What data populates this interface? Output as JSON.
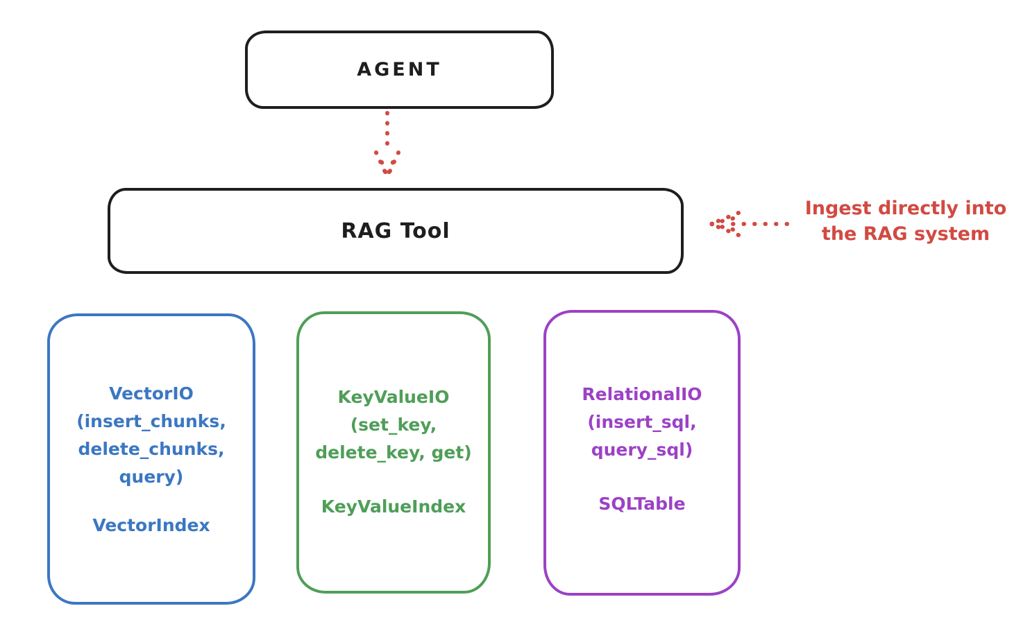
{
  "diagram": {
    "agent": {
      "label": "AGENT"
    },
    "rag_tool": {
      "label": "RAG Tool"
    },
    "annotation": {
      "line1": "Ingest directly into",
      "line2": "the RAG system"
    },
    "io_boxes": [
      {
        "name": "VectorIO",
        "lines": [
          "VectorIO",
          "(insert_chunks,",
          "delete_chunks,",
          "query)"
        ],
        "index_label": "VectorIndex",
        "color": "#3b77c2"
      },
      {
        "name": "KeyValueIO",
        "lines": [
          "KeyValueIO",
          "(set_key,",
          "delete_key, get)"
        ],
        "index_label": "KeyValueIndex",
        "color": "#4f9e58"
      },
      {
        "name": "RelationalIO",
        "lines": [
          "RelationalIO",
          "(insert_sql,",
          "query_sql)"
        ],
        "index_label": "SQLTable",
        "color": "#9c41c6"
      }
    ],
    "colors": {
      "ink": "#1e1e1e",
      "annotation_red": "#d14a42",
      "vector_blue": "#3b77c2",
      "keyvalue_green": "#4f9e58",
      "relational_purple": "#9c41c6",
      "background": "#ffffff"
    }
  }
}
